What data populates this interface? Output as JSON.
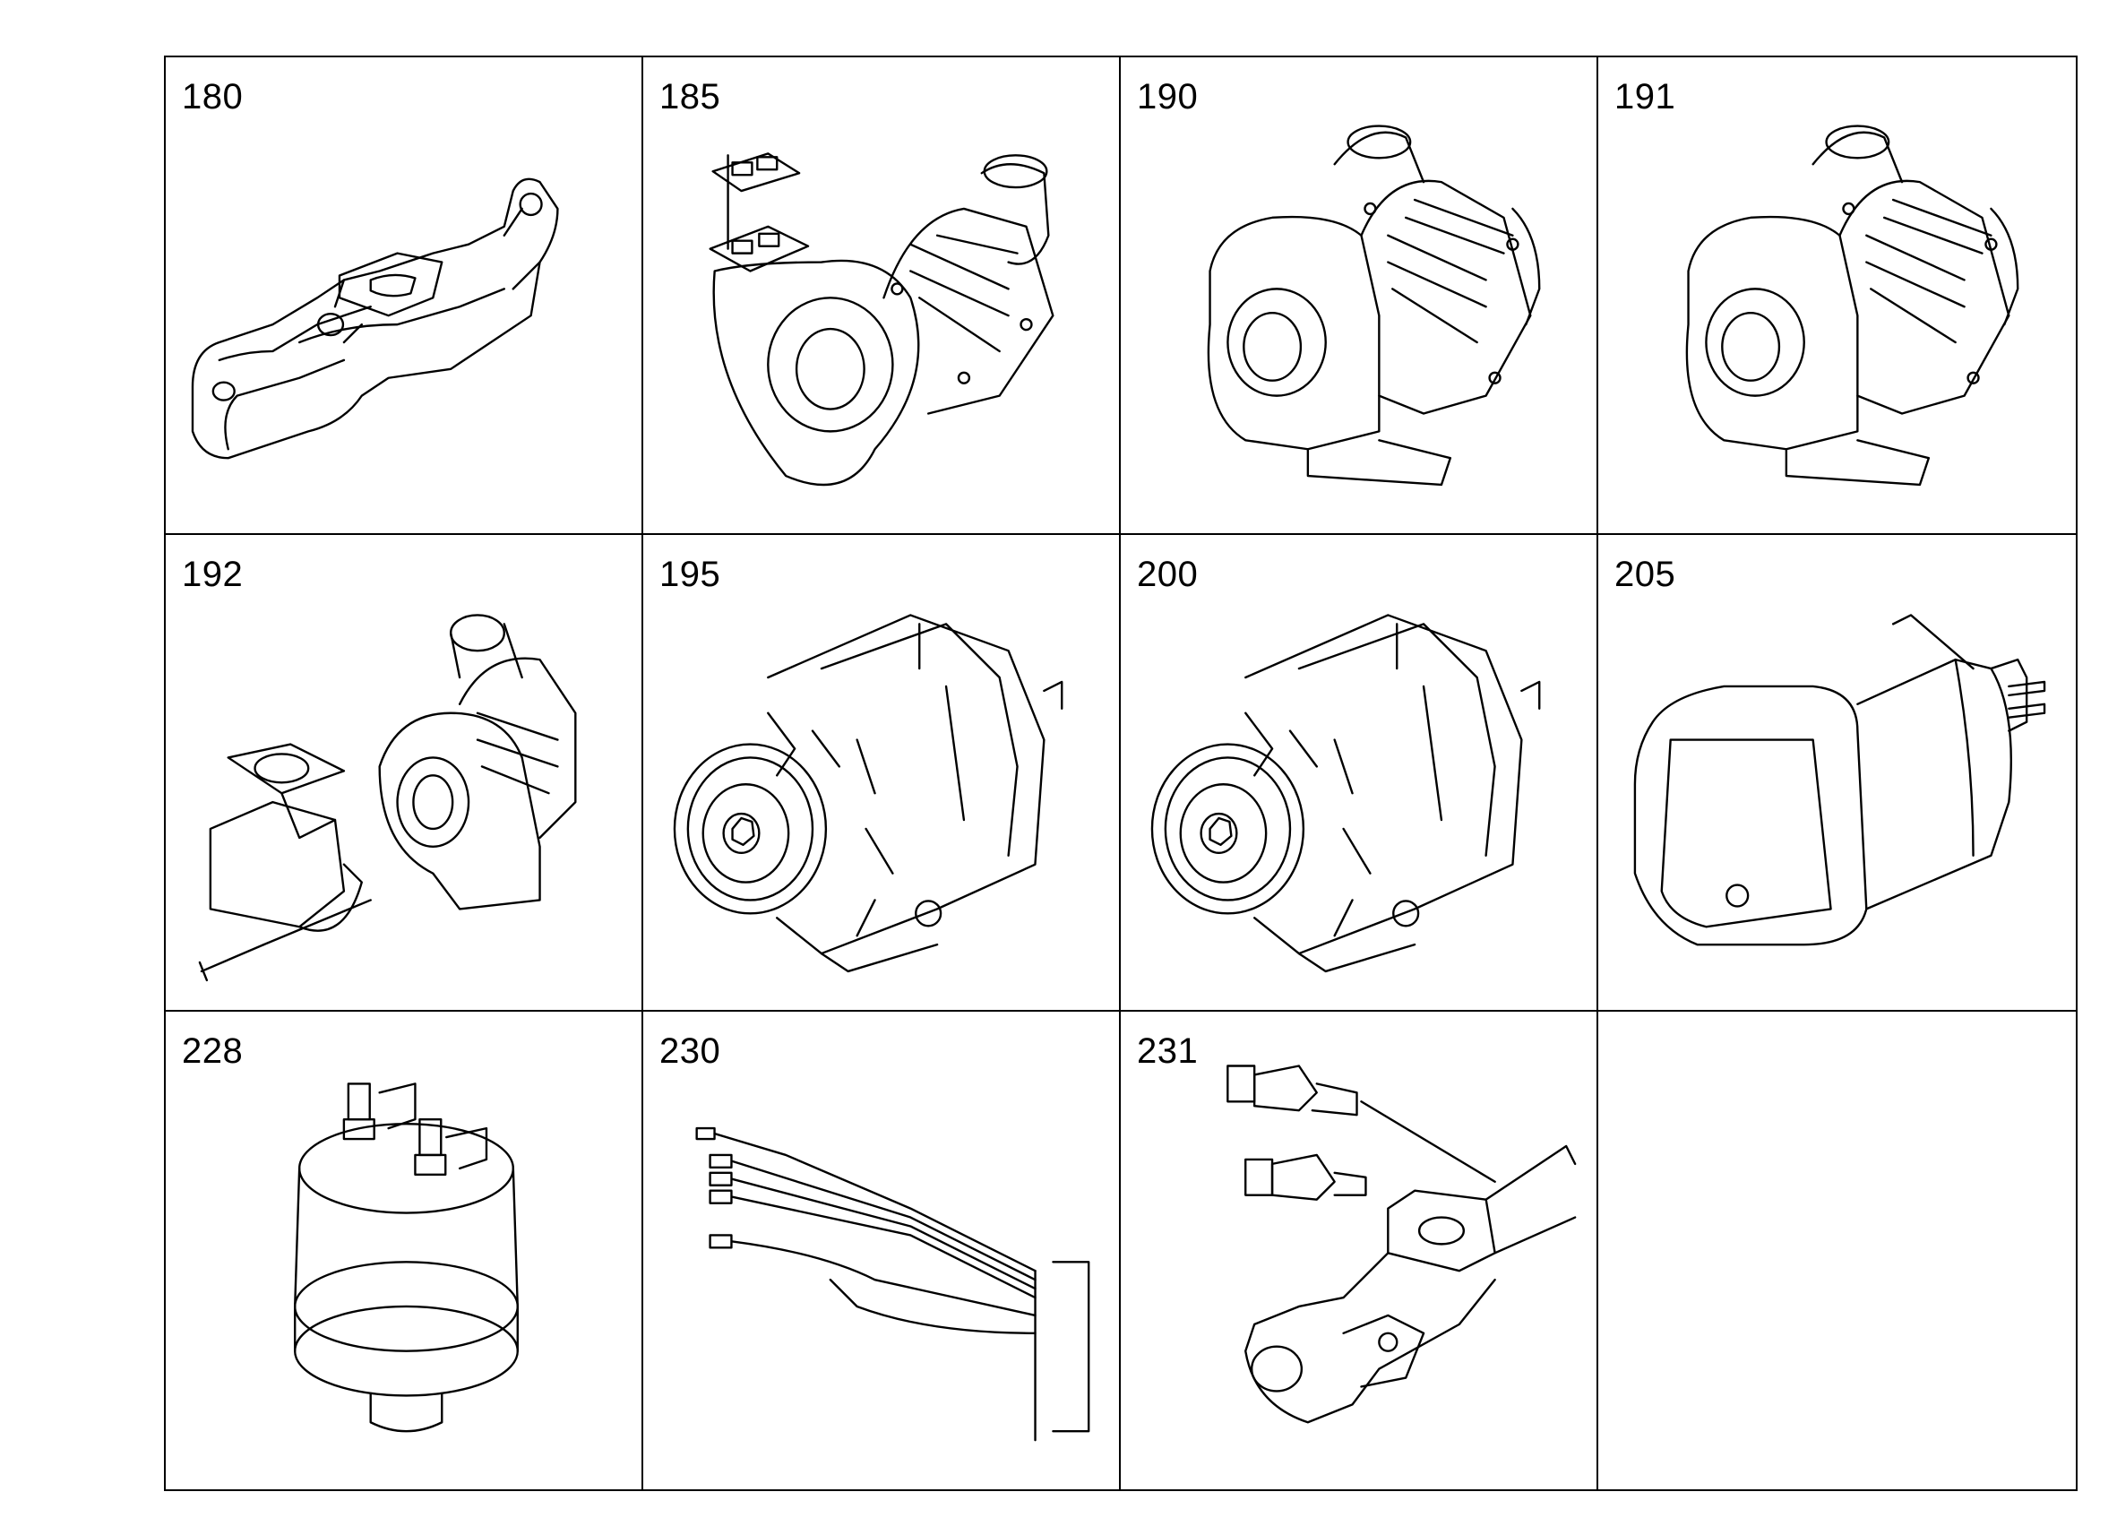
{
  "parts": [
    {
      "number": "180",
      "icon": "exhaust-manifold-icon"
    },
    {
      "number": "185",
      "icon": "turbocharger-with-gaskets-icon"
    },
    {
      "number": "190",
      "icon": "turbocharger-icon"
    },
    {
      "number": "191",
      "icon": "turbocharger-icon"
    },
    {
      "number": "192",
      "icon": "turbocharger-with-elbow-icon"
    },
    {
      "number": "195",
      "icon": "alternator-icon"
    },
    {
      "number": "200",
      "icon": "alternator-icon"
    },
    {
      "number": "205",
      "icon": "starter-motor-icon"
    },
    {
      "number": "228",
      "icon": "solenoid-relay-icon"
    },
    {
      "number": "230",
      "icon": "wiring-harness-icon"
    },
    {
      "number": "231",
      "icon": "temperature-sender-icon"
    },
    {
      "number": "",
      "icon": ""
    }
  ]
}
